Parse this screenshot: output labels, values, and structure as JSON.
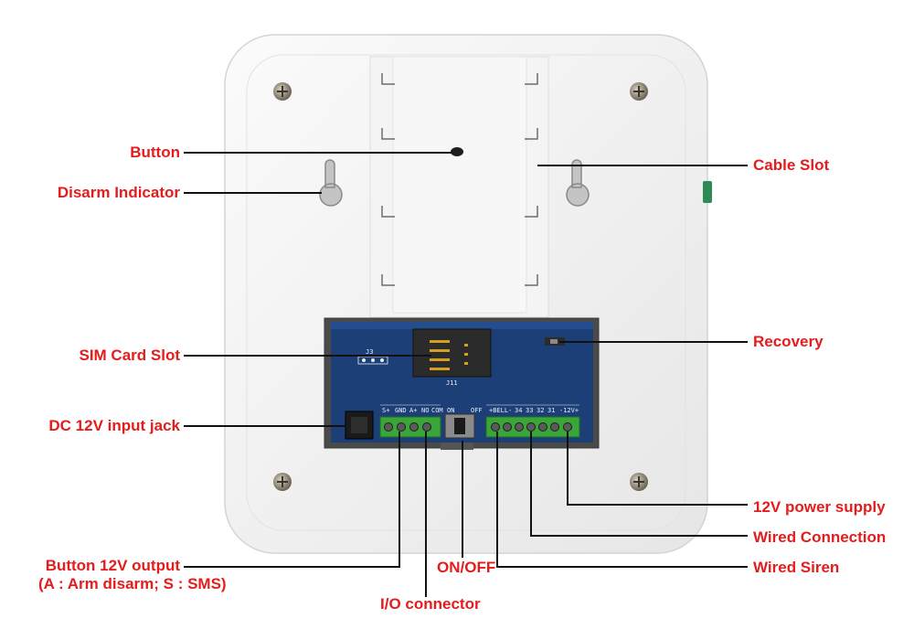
{
  "callouts": {
    "button": "Button",
    "disarm_indicator": "Disarm Indicator",
    "sim_card_slot": "SIM Card Slot",
    "dc_input_jack": "DC 12V input jack",
    "button_output_line1": "Button 12V output",
    "button_output_line2": "(A : Arm disarm;  S : SMS)",
    "io_connector": "I/O connector",
    "on_off": "ON/OFF",
    "cable_slot": "Cable Slot",
    "recovery": "Recovery",
    "power_supply": "12V power supply",
    "wired_connection": "Wired Connection",
    "wired_siren": "Wired Siren"
  },
  "pcb_labels": {
    "s_plus": "S+",
    "gnd": "GND",
    "a_plus": "A+",
    "no": "NO",
    "com": "COM",
    "on": "ON",
    "off": "OFF",
    "bell": "+BELL-",
    "t34": "34",
    "t33": "33",
    "t32": "32",
    "t31": "31",
    "v12": "-12V+",
    "j3": "J3",
    "j11": "J11"
  },
  "colors": {
    "callout_text": "#e41c1c",
    "leader_line": "#111111",
    "housing": "#f2f2f2",
    "pcb": "#1d3f78",
    "terminal_block": "#3aa63a",
    "side_switch": "#2e8b57"
  }
}
